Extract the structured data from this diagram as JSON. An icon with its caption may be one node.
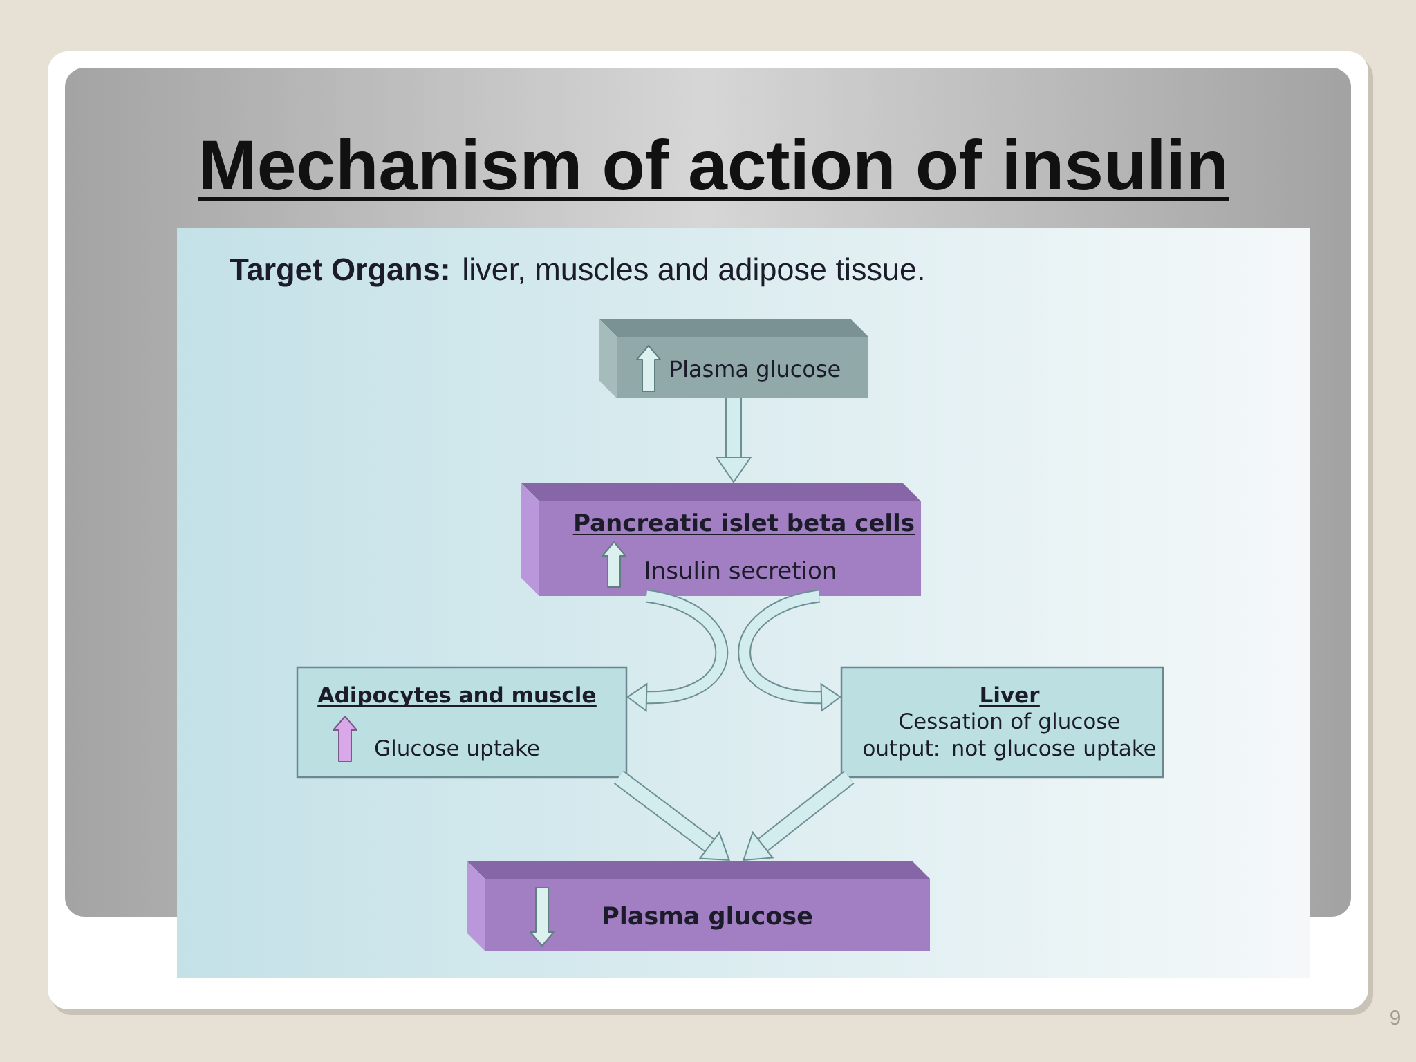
{
  "diagram": {
    "title": "Mechanism of action of insulin",
    "nodes": [
      {
        "text": [
          "Plasma glucose"
        ]
      },
      {
        "text": [
          "Pancreatic islet beta cells",
          "Insulin secretion"
        ]
      },
      {
        "text": [
          "Adipocytes and muscle",
          "Glucose uptake"
        ]
      },
      {
        "text": [
          "Liver",
          "Cessation of glucose output: not glucose uptake"
        ]
      },
      {
        "text": [
          "Plasma glucose"
        ]
      }
    ],
    "edges": [
      {
        "from": 0,
        "to": 1,
        "arrow": "to"
      },
      {
        "from": 1,
        "to": 2,
        "arrow": "to"
      },
      {
        "from": 1,
        "to": 3,
        "arrow": "to"
      },
      {
        "from": 2,
        "to": 4,
        "arrow": "to"
      },
      {
        "from": 3,
        "to": 4,
        "arrow": "to"
      }
    ],
    "labels": [
      "**Target Organs:** liver, muscles and adipose tissue.",
      "9"
    ]
  }
}
